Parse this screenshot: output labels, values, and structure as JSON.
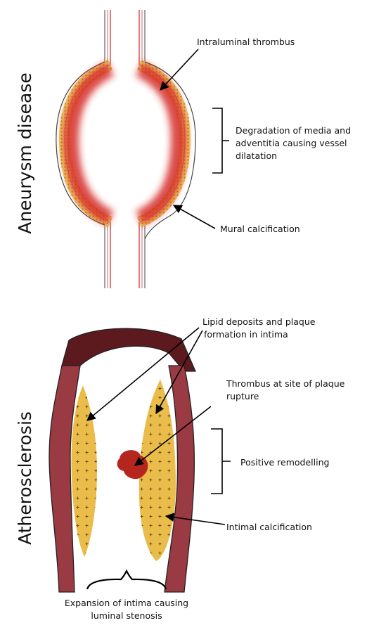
{
  "panels": {
    "aneurysm": {
      "side_title": "Aneurysm disease",
      "labels": {
        "thrombus": "Intraluminal thrombus",
        "degradation_1": "Degradation of media and",
        "degradation_2": "adventitia causing vessel",
        "degradation_3": "dilatation",
        "calcification": "Mural calcification"
      }
    },
    "atherosclerosis": {
      "side_title": "Atherosclerosis",
      "labels": {
        "lipid_1": "Lipid deposits and plaque",
        "lipid_2": "formation in intima",
        "thrombus_1": "Thrombus at site of plaque",
        "thrombus_2": "rupture",
        "remodelling": "Positive remodelling",
        "calcification": "Intimal calcification",
        "expansion_1": "Expansion of intima causing",
        "expansion_2": "luminal stenosis"
      }
    }
  },
  "colors": {
    "thrombus_red": "#d42a25",
    "lipid_yellow": "#eabc4a",
    "wall_maroon": "#9a3a42",
    "wall_dark": "#5c1a1e",
    "clot": "#b5271e"
  }
}
